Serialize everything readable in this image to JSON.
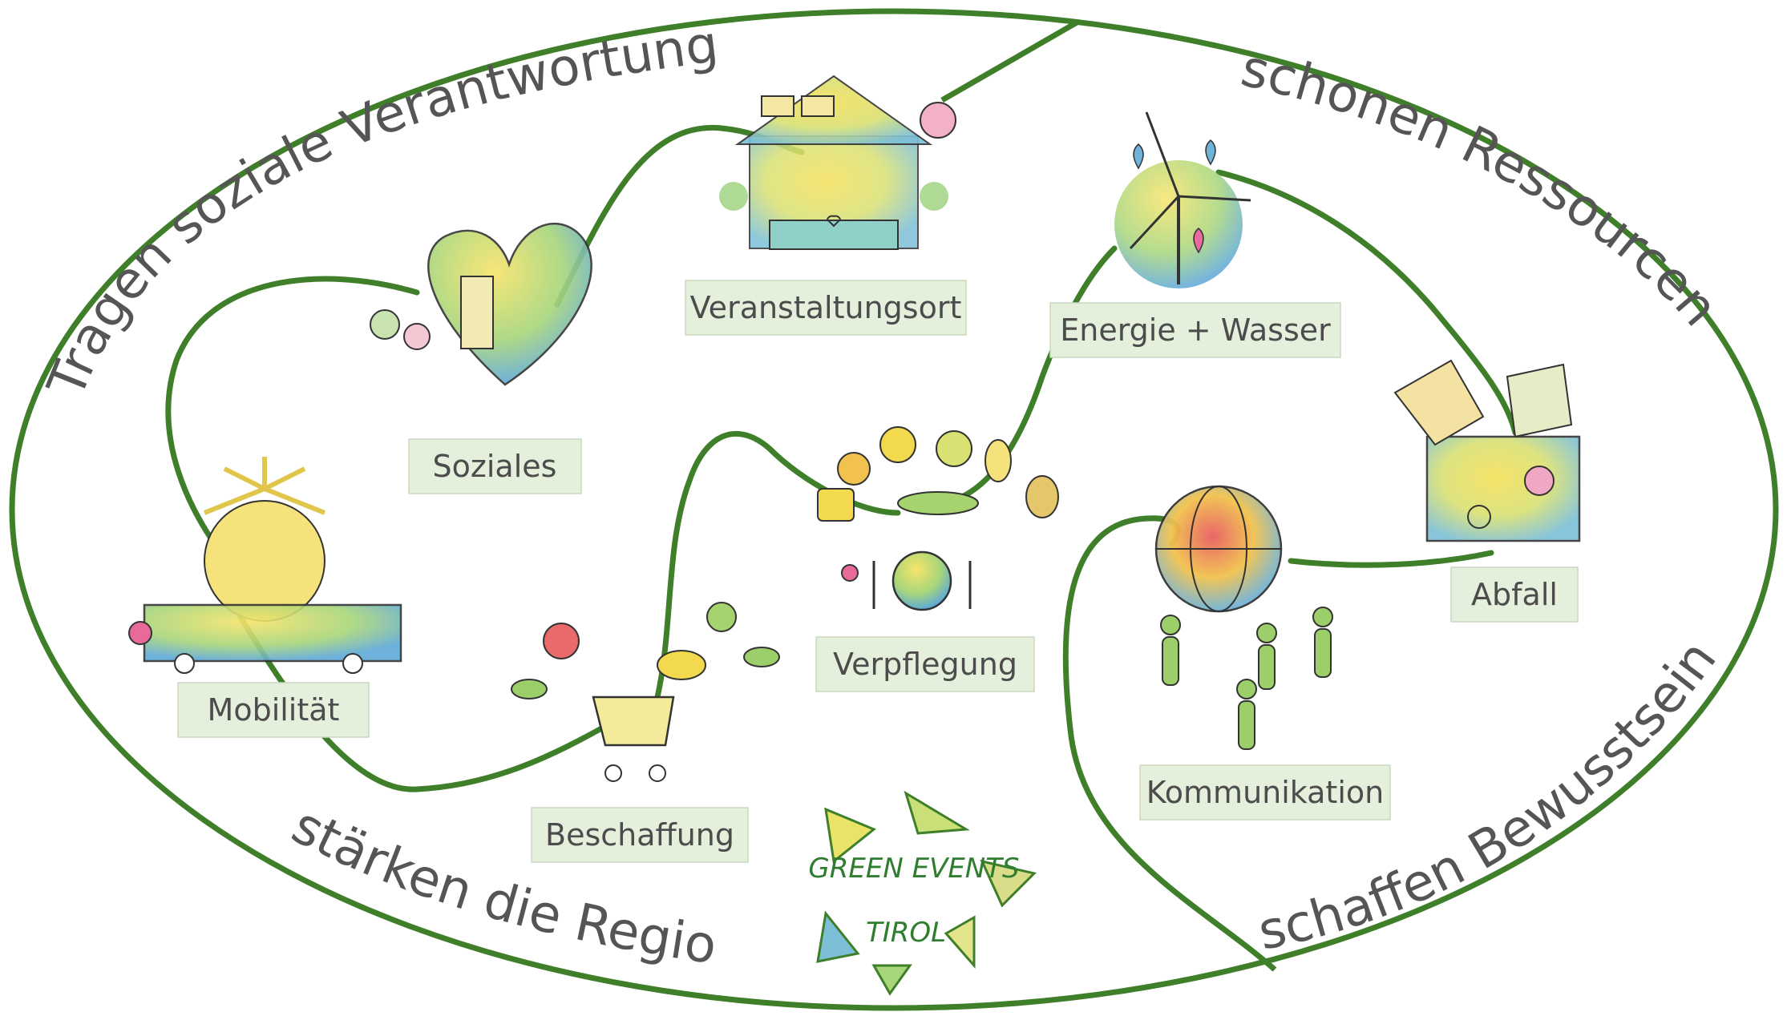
{
  "border_phrases": {
    "top_left": "Tragen soziale Verantwortung",
    "top_right": "schonen Ressourcen",
    "bottom_left": "stärken die Region",
    "bottom_right": "schaffen Bewusstsein"
  },
  "topics": {
    "veranstaltungsort": "Veranstaltungsort",
    "soziales": "Soziales",
    "energie_wasser": "Energie + Wasser",
    "abfall": "Abfall",
    "mobilitaet": "Mobilität",
    "beschaffung": "Beschaffung",
    "verpflegung": "Verpflegung",
    "kommunikation": "Kommunikation"
  },
  "logo": {
    "line1": "GREEN EVENTS",
    "line2": "TIROL"
  },
  "colors": {
    "path_green": "#3f7f2a",
    "label_bg": "#e4efdc",
    "watercolor_yellow": "#f2d94e",
    "watercolor_blue": "#6fb3d9",
    "watercolor_green": "#8ccf6a",
    "watercolor_red": "#e86a6a"
  }
}
